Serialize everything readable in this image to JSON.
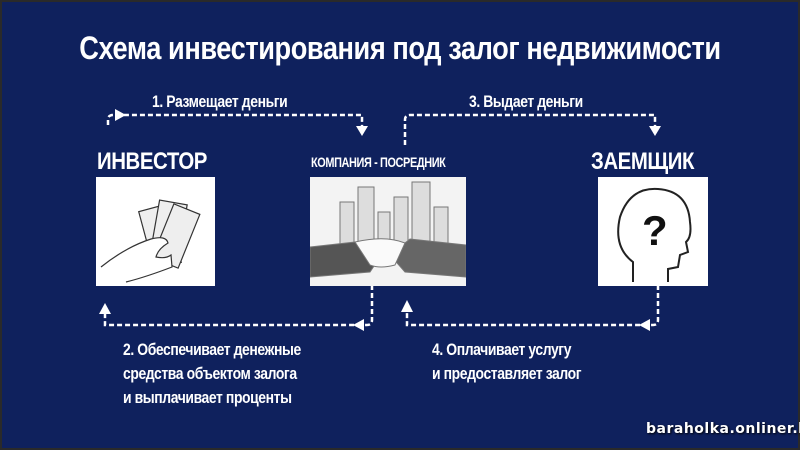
{
  "title": "Схема инвестирования под залог недвижимости",
  "nodes": {
    "investor": "ИНВЕСТОР",
    "company": "КОМПАНИЯ - ПОСРЕДНИК",
    "borrower": "ЗАЕМЩИК"
  },
  "steps": {
    "s1": "1. Размещает деньги",
    "s2": [
      "2. Обеспечивает денежные",
      "средства  объектом  залога",
      "и выплачивает проценты"
    ],
    "s3": "3. Выдает деньги",
    "s4": [
      "4.  Оплачивает  услугу",
      "и предоставляет залог"
    ]
  },
  "watermark": "baraholka.onliner.by",
  "colors": {
    "background": "#0f215d",
    "text": "#ffffff"
  }
}
